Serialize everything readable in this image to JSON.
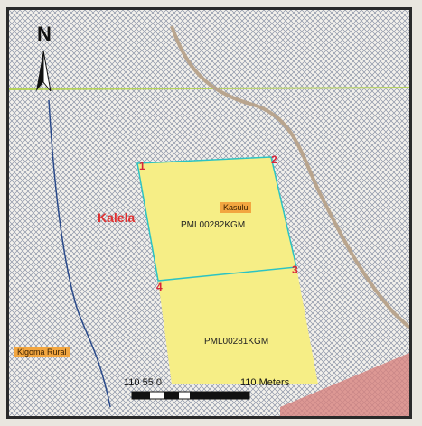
{
  "north_arrow": {
    "letter": "N",
    "icon": "north-arrow-icon"
  },
  "places": {
    "kalela": "Kalela",
    "kasulu": "Kasulu",
    "kigoma_rural": "Kigoma Rural"
  },
  "parcels": [
    {
      "label": "PML00282KGM",
      "fill": "#f6ee86"
    },
    {
      "label": "PML00281KGM",
      "fill": "#f6ee86"
    }
  ],
  "vertices": [
    "1",
    "2",
    "3",
    "4"
  ],
  "scale_bar": {
    "ticks": "110  55    0",
    "units_label": "110 Meters"
  },
  "colors": {
    "parcel_outline": "#2cc3c3",
    "vertex_label": "#d8253a",
    "road": "#b9a58e",
    "river": "#2a4a8a",
    "boundary_line": "#b4d25a",
    "hatch": "#8a93a6"
  }
}
